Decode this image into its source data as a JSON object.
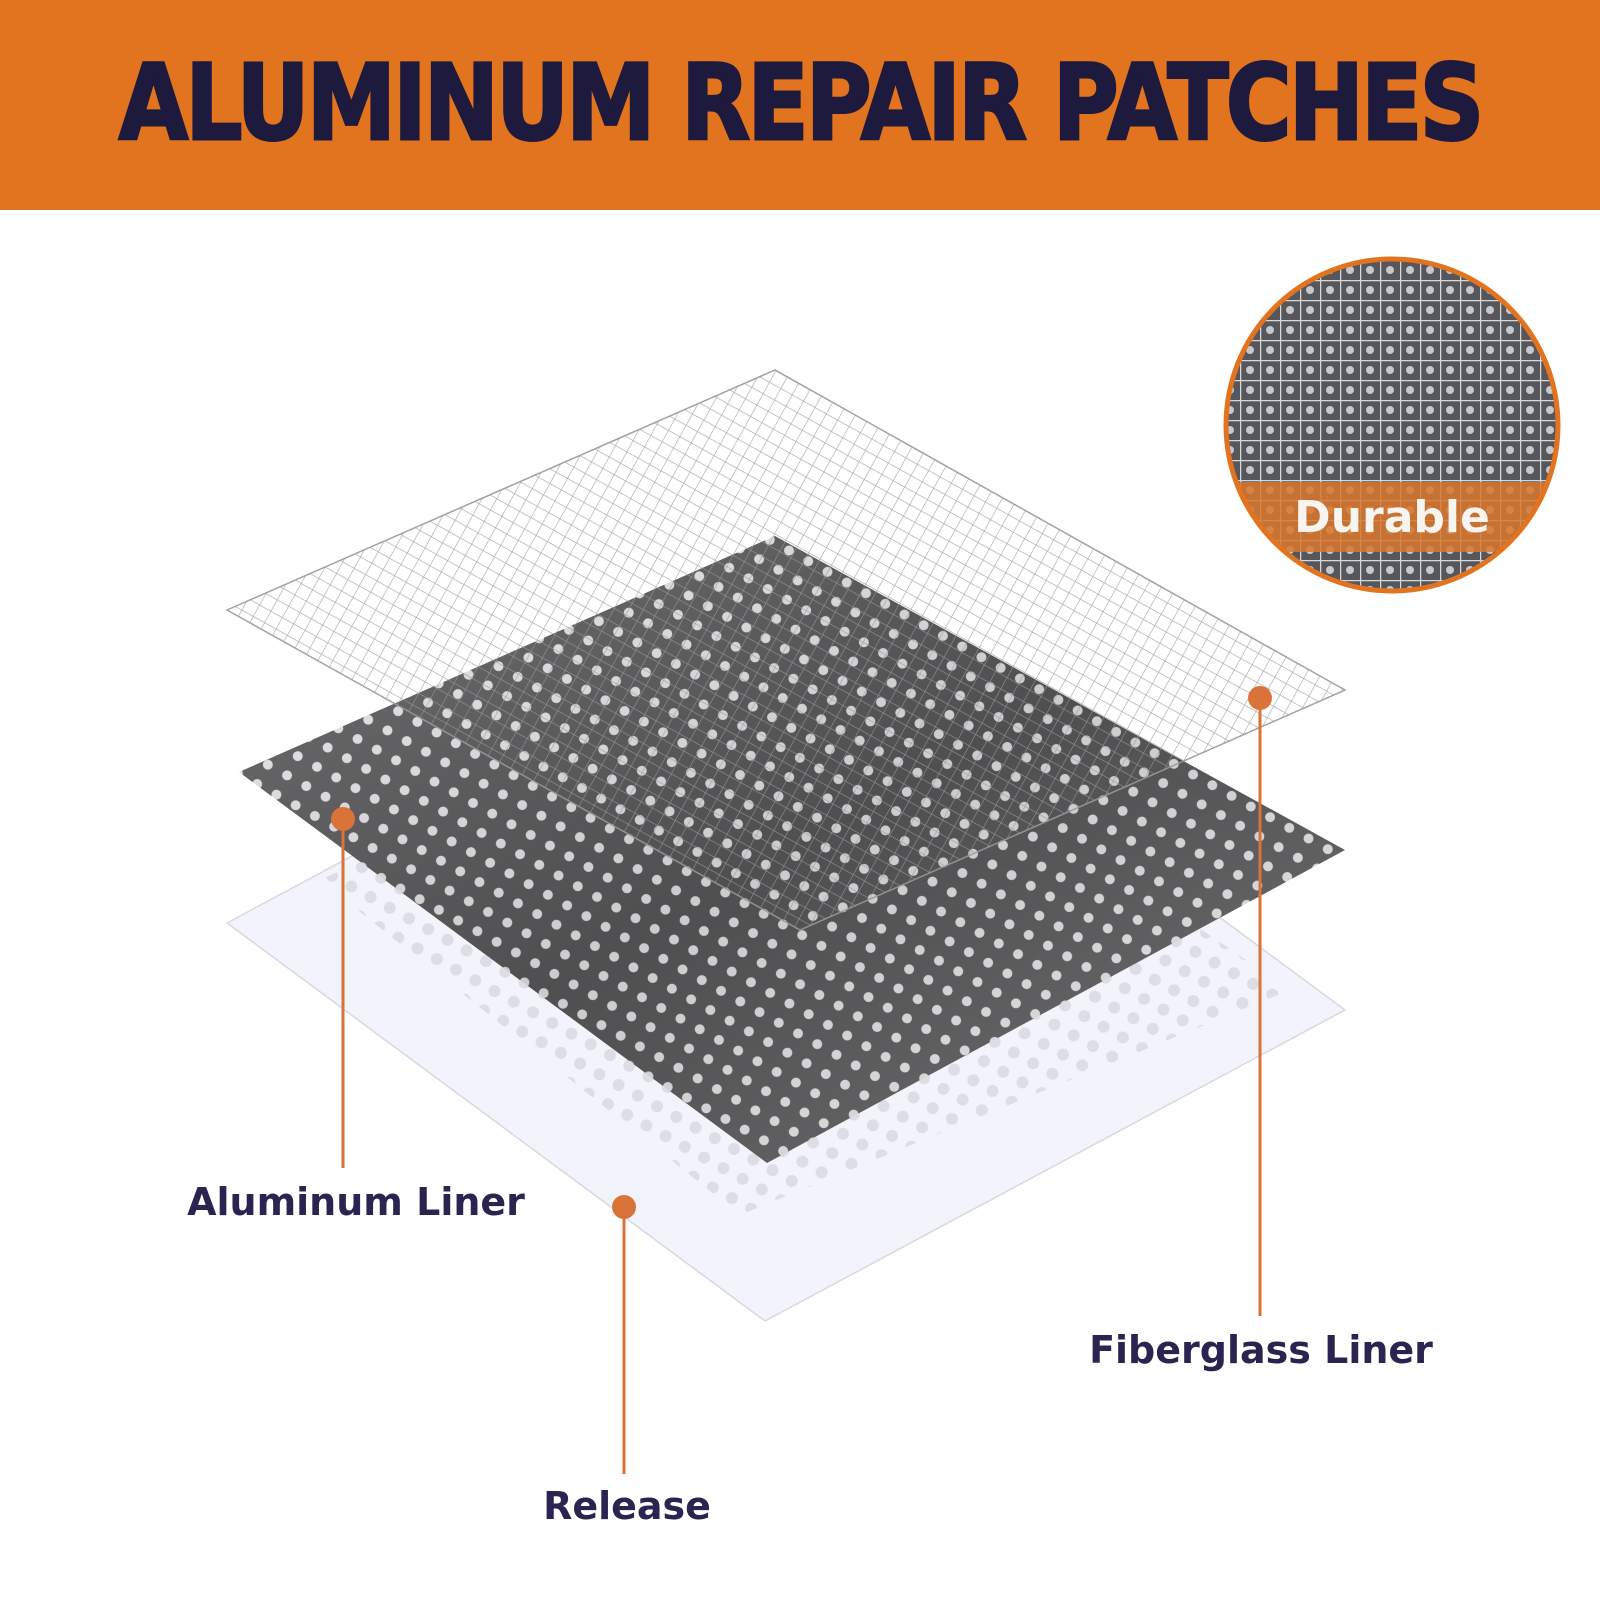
{
  "header": {
    "title": "ALUMINUM REPAIR PATCHES"
  },
  "badge": {
    "label": "Durable"
  },
  "callouts": {
    "aluminum": "Aluminum Liner",
    "release": "Release",
    "fiberglass": "Fiberglass Liner"
  },
  "colors": {
    "accent": "#e2731f",
    "text": "#1e1a3d",
    "label": "#2a2550",
    "callout_line": "#d9733a"
  }
}
